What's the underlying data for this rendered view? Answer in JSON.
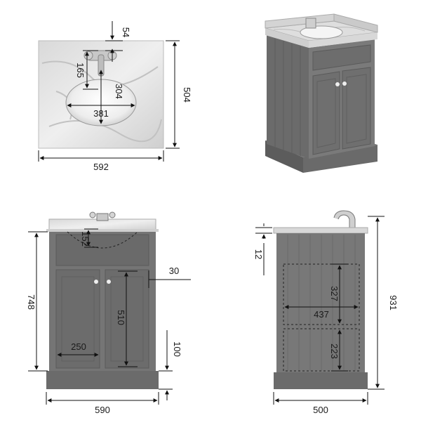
{
  "colors": {
    "cabinet": "#6f6f6f",
    "cabinet_dark": "#5a5a5a",
    "cabinet_light": "#858585",
    "marble": "#e4e4e4",
    "basin": "#f4f4f4",
    "line": "#111111",
    "background": "#ffffff"
  },
  "views": {
    "top": {
      "width_label": "592",
      "depth_label": "504",
      "tap_offset_label": "54",
      "tap_to_basin_label": "165",
      "basin_depth_label": "304",
      "basin_width_label": "381"
    },
    "perspective": {
      "description_icon": "vanity-unit-3d"
    },
    "front": {
      "width_label": "590",
      "height_label": "748",
      "basin_drop_label": "152",
      "side_clearance_label": "30",
      "door_height_label": "510",
      "door_width_label": "250",
      "plinth_label": "100"
    },
    "side": {
      "depth_label": "500",
      "height_label": "931",
      "top_thickness_label": "12",
      "shelf_height_label": "327",
      "interior_width_label": "437",
      "lower_height_label": "223"
    }
  }
}
